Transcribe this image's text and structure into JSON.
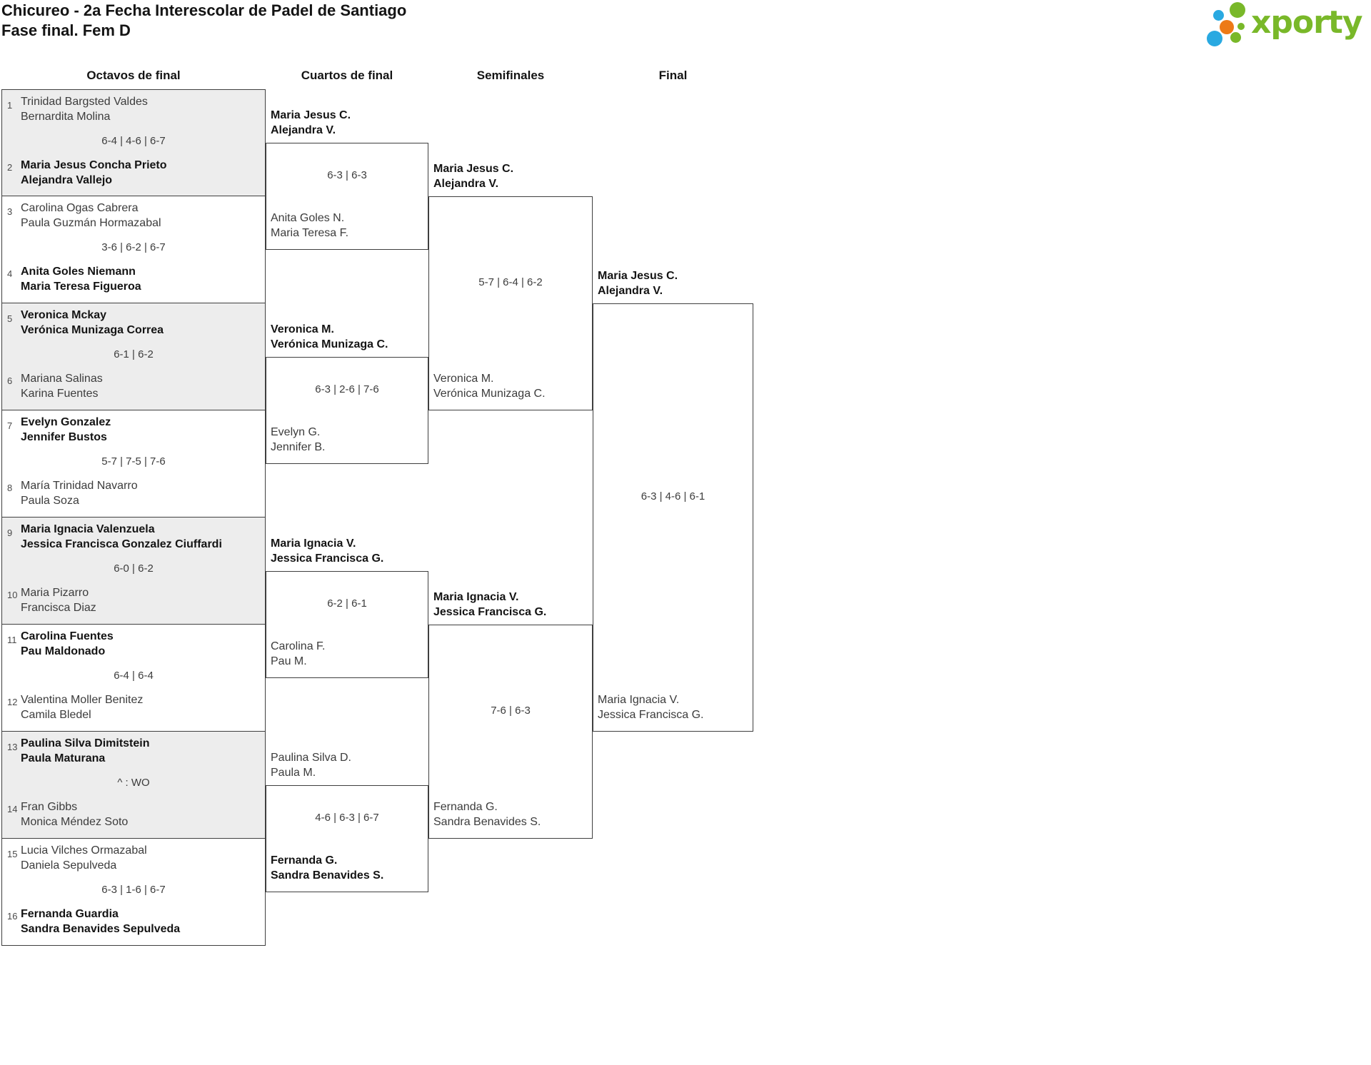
{
  "header": {
    "title": "Chicureo - 2a Fecha Interescolar de Padel de Santiago",
    "subtitle": "Fase final. Fem D",
    "logo": {
      "brand": "xporty",
      "colors": {
        "green": "#79b829",
        "blue": "#29a9e1",
        "orange": "#ed7a17"
      }
    }
  },
  "bracket": {
    "rounds": [
      {
        "label": "Octavos de final",
        "matches": [
          {
            "seed_top": "1",
            "team_top": [
              "Trinidad Bargsted Valdes",
              "Bernardita Molina"
            ],
            "top_winner": false,
            "score": "6-4 | 4-6 | 6-7",
            "seed_bottom": "2",
            "team_bottom": [
              "Maria Jesus Concha Prieto",
              "Alejandra Vallejo"
            ],
            "bottom_winner": true,
            "shaded": true
          },
          {
            "seed_top": "3",
            "team_top": [
              "Carolina Ogas Cabrera",
              "Paula Guzmán Hormazabal"
            ],
            "top_winner": false,
            "score": "3-6 | 6-2 | 6-7",
            "seed_bottom": "4",
            "team_bottom": [
              "Anita Goles Niemann",
              "Maria Teresa Figueroa"
            ],
            "bottom_winner": true,
            "shaded": false
          },
          {
            "seed_top": "5",
            "team_top": [
              "Veronica Mckay",
              "Verónica Munizaga Correa"
            ],
            "top_winner": true,
            "score": "6-1 | 6-2",
            "seed_bottom": "6",
            "team_bottom": [
              "Mariana Salinas",
              "Karina Fuentes"
            ],
            "bottom_winner": false,
            "shaded": true
          },
          {
            "seed_top": "7",
            "team_top": [
              "Evelyn Gonzalez",
              "Jennifer Bustos"
            ],
            "top_winner": true,
            "score": "5-7 | 7-5 | 7-6",
            "seed_bottom": "8",
            "team_bottom": [
              "María Trinidad Navarro",
              "Paula Soza"
            ],
            "bottom_winner": false,
            "shaded": false
          },
          {
            "seed_top": "9",
            "team_top": [
              "Maria Ignacia Valenzuela",
              "Jessica Francisca Gonzalez Ciuffardi"
            ],
            "top_winner": true,
            "score": "6-0 | 6-2",
            "seed_bottom": "10",
            "team_bottom": [
              "Maria Pizarro",
              "Francisca Diaz"
            ],
            "bottom_winner": false,
            "shaded": true
          },
          {
            "seed_top": "11",
            "team_top": [
              "Carolina Fuentes",
              "Pau Maldonado"
            ],
            "top_winner": true,
            "score": "6-4 | 6-4",
            "seed_bottom": "12",
            "team_bottom": [
              "Valentina Moller Benitez",
              "Camila Bledel"
            ],
            "bottom_winner": false,
            "shaded": false
          },
          {
            "seed_top": "13",
            "team_top": [
              "Paulina Silva Dimitstein",
              "Paula Maturana"
            ],
            "top_winner": true,
            "score": "^ : WO",
            "seed_bottom": "14",
            "team_bottom": [
              "Fran Gibbs",
              "Monica Méndez Soto"
            ],
            "bottom_winner": false,
            "shaded": true
          },
          {
            "seed_top": "15",
            "team_top": [
              "Lucia Vilches Ormazabal",
              "Daniela Sepulveda"
            ],
            "top_winner": false,
            "score": "6-3 | 1-6 | 6-7",
            "seed_bottom": "16",
            "team_bottom": [
              "Fernanda Guardia",
              "Sandra Benavides Sepulveda"
            ],
            "bottom_winner": true,
            "shaded": false
          }
        ]
      },
      {
        "label": "Cuartos de final",
        "matches": [
          {
            "team_top": [
              "Maria Jesus C.",
              "Alejandra V."
            ],
            "top_winner": true,
            "score": "6-3 | 6-3",
            "team_bottom": [
              "Anita Goles N.",
              "Maria Teresa F."
            ],
            "bottom_winner": false
          },
          {
            "team_top": [
              "Veronica M.",
              "Verónica Munizaga C."
            ],
            "top_winner": true,
            "score": "6-3 | 2-6 | 7-6",
            "team_bottom": [
              "Evelyn G.",
              "Jennifer B."
            ],
            "bottom_winner": false
          },
          {
            "team_top": [
              "Maria Ignacia V.",
              "Jessica Francisca G."
            ],
            "top_winner": true,
            "score": "6-2 | 6-1",
            "team_bottom": [
              "Carolina F.",
              "Pau M."
            ],
            "bottom_winner": false
          },
          {
            "team_top": [
              "Paulina Silva D.",
              "Paula M."
            ],
            "top_winner": false,
            "score": "4-6 | 6-3 | 6-7",
            "team_bottom": [
              "Fernanda G.",
              "Sandra Benavides S."
            ],
            "bottom_winner": true
          }
        ]
      },
      {
        "label": "Semifinales",
        "matches": [
          {
            "team_top": [
              "Maria Jesus C.",
              "Alejandra V."
            ],
            "top_winner": true,
            "score": "5-7 | 6-4 | 6-2",
            "team_bottom": [
              "Veronica M.",
              "Verónica Munizaga C."
            ],
            "bottom_winner": false
          },
          {
            "team_top": [
              "Maria Ignacia V.",
              "Jessica Francisca G."
            ],
            "top_winner": true,
            "score": "7-6 | 6-3",
            "team_bottom": [
              "Fernanda G.",
              "Sandra Benavides S."
            ],
            "bottom_winner": false
          }
        ]
      },
      {
        "label": "Final",
        "matches": [
          {
            "team_top": [
              "Maria Jesus C.",
              "Alejandra V."
            ],
            "top_winner": true,
            "score": "6-3 | 4-6 | 6-1",
            "team_bottom": [
              "Maria Ignacia V.",
              "Jessica Francisca G."
            ],
            "bottom_winner": false
          }
        ]
      }
    ]
  }
}
